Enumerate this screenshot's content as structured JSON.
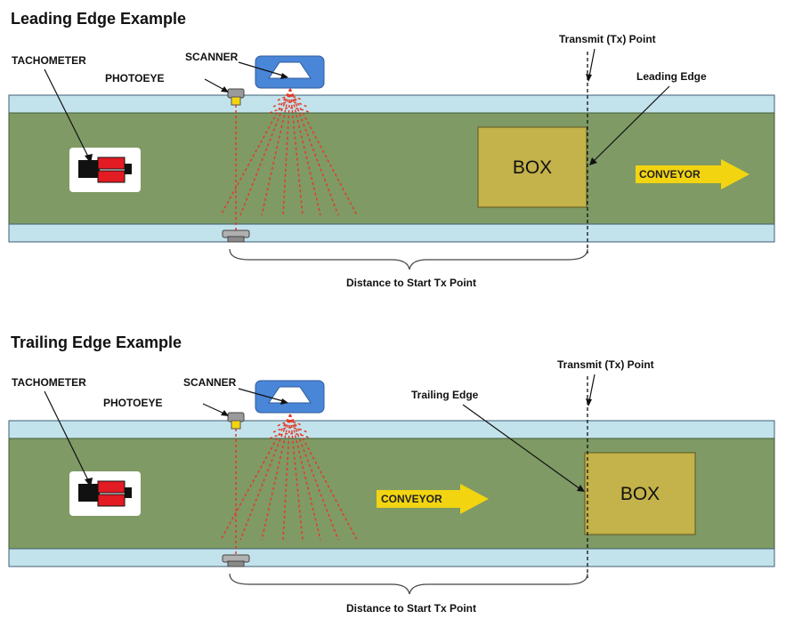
{
  "leading": {
    "title": "Leading Edge Example",
    "tachometer_label": "TACHOMETER",
    "photoeye_label": "PHOTOEYE",
    "scanner_label": "SCANNER",
    "tx_label": "Transmit (Tx) Point",
    "edge_label": "Leading Edge",
    "box_label": "BOX",
    "conveyor_label": "CONVEYOR",
    "distance_label": "Distance to Start Tx Point"
  },
  "trailing": {
    "title": "Trailing Edge Example",
    "tachometer_label": "TACHOMETER",
    "photoeye_label": "PHOTOEYE",
    "scanner_label": "SCANNER",
    "tx_label": "Transmit (Tx) Point",
    "edge_label": "Trailing Edge",
    "box_label": "BOX",
    "conveyor_label": "CONVEYOR",
    "distance_label": "Distance to Start Tx Point"
  },
  "colors": {
    "belt": "#7f9a65",
    "rail": "#c3e3ec",
    "box": "#c4b24a",
    "arrow": "#f2d411",
    "scanner": "#4a86d8",
    "beam": "#e23b2a",
    "tach_red": "#e31b23"
  }
}
